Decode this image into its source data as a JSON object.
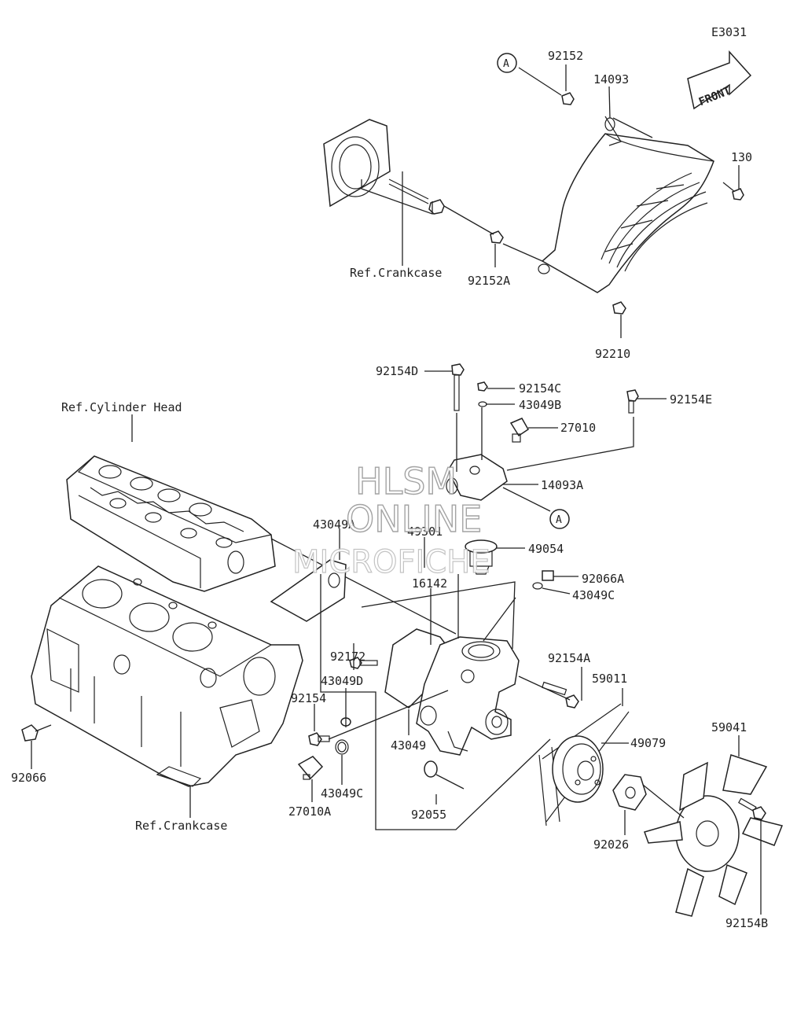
{
  "diagram_code": "E3031",
  "front_label": "FRONT",
  "ref_labels": {
    "crankcase_top": "Ref.Crankcase",
    "cylinder_head": "Ref.Cylinder Head",
    "crankcase_bottom": "Ref.Crankcase"
  },
  "callouts": {
    "a_top": "A",
    "a_mid": "A"
  },
  "parts": {
    "p92152": "92152",
    "p14093": "14093",
    "p130": "130",
    "p92152A": "92152A",
    "p92210": "92210",
    "p92154D": "92154D",
    "p92154C": "92154C",
    "p43049B": "43049B",
    "p27010": "27010",
    "p92154E": "92154E",
    "p14093A": "14093A",
    "p43049A": "43049A",
    "p49301": "49301",
    "p49054": "49054",
    "p92066A": "92066A",
    "p43049C_top": "43049C",
    "p16142": "16142",
    "p92172": "92172",
    "p92154A": "92154A",
    "p43049D": "43049D",
    "p59011": "59011",
    "p92154": "92154",
    "p43049": "43049",
    "p49079": "49079",
    "p59041": "59041",
    "p92066": "92066",
    "p43049C_bottom": "43049C",
    "p27010A": "27010A",
    "p92055": "92055",
    "p92026": "92026",
    "p92154B": "92154B"
  },
  "watermark": {
    "line1": "HLSM",
    "line2": "ONLINE",
    "line3": "MICROFICHE"
  }
}
